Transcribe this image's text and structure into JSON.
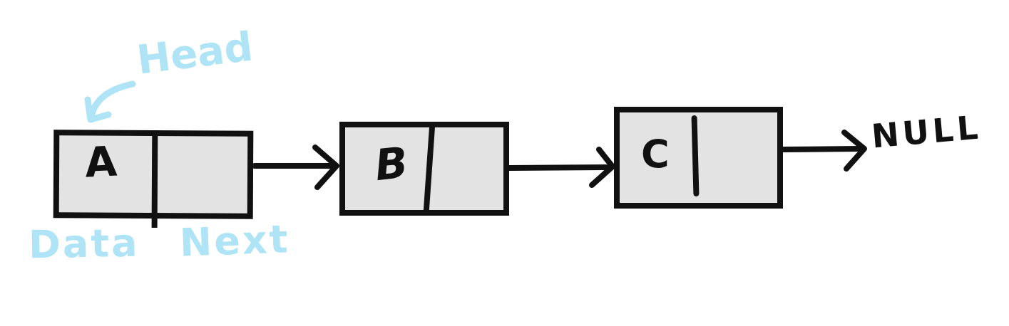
{
  "colors": {
    "ink": "#111111",
    "node_fill": "#e3e3e3",
    "annotation_blue": "#aee4f5",
    "background": "#ffffff"
  },
  "list": {
    "nodes": [
      {
        "value": "A"
      },
      {
        "value": "B"
      },
      {
        "value": "C"
      }
    ],
    "terminator": "NULL"
  },
  "labels": {
    "head": "Head",
    "data_field": "Data",
    "next_field": "Next"
  },
  "icons": {
    "head_pointer": "curved-arrow-down-left-icon",
    "next_pointer": "arrow-right-icon"
  }
}
